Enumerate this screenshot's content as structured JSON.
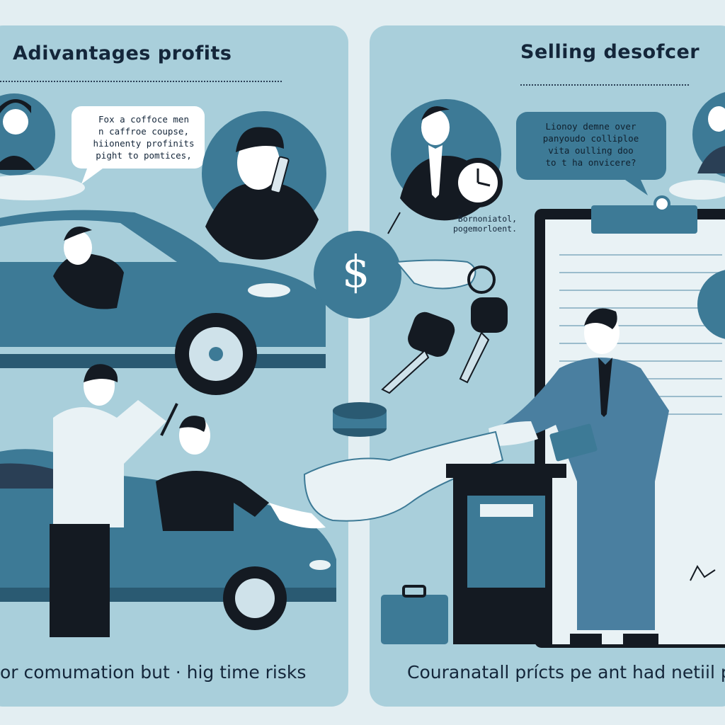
{
  "panels": {
    "left": {
      "title": "Adivantages profits",
      "bubble": "Fox a coffoce men\nn caffroe coupse,\nhiionenty profinits\npight to pomtices,",
      "footer": "or comumation but  ·  hig time risks"
    },
    "right": {
      "title": "Selling desofcer",
      "bubble": "Lionoy demne over\npanyoudo colliploe\nvita oulling doo\nto t ha onvicere?",
      "note": "Bornoniatol,\npogemorloent.",
      "footer": "Couranatall prícts pe ant had netiil por"
    }
  },
  "symbols": {
    "coin": "$"
  },
  "colors": {
    "panel_left": "#a9cfdb",
    "panel_right": "#a9cfdb",
    "background": "#e3eef2",
    "car_blue": "#3d7a96",
    "dark": "#141a22",
    "suit": "#4a7fa0"
  },
  "icons": [
    "phone-icon",
    "clock-icon",
    "dollar-coin-icon",
    "car-keys-icon",
    "briefcase-icon",
    "clipboard-icon"
  ]
}
